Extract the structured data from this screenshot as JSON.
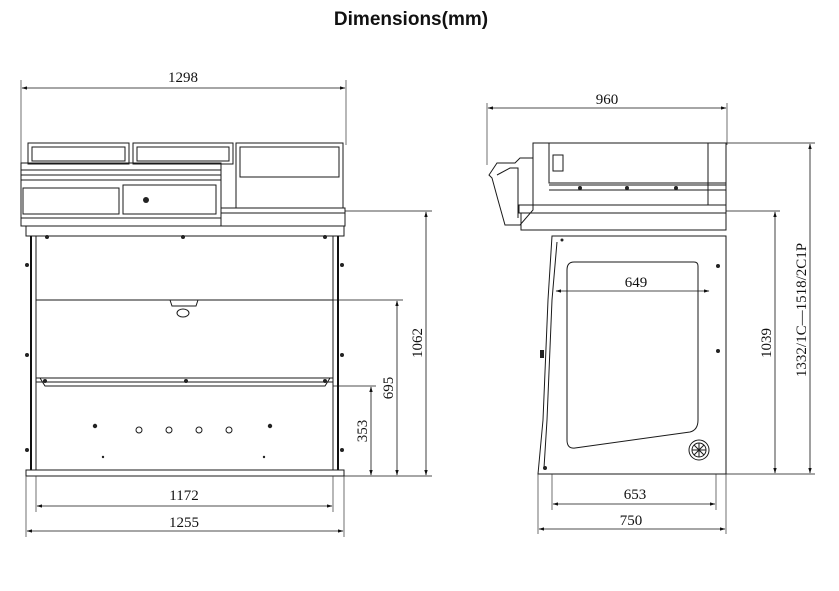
{
  "title": "Dimensions(mm)",
  "front_view": {
    "overall_width": "1298",
    "inner_width": "1172",
    "base_width": "1255",
    "total_height": "1062",
    "middle_height": "695",
    "lower_height": "353"
  },
  "side_view": {
    "overall_depth": "960",
    "window_width": "649",
    "inner_depth": "653",
    "base_depth": "750",
    "body_height": "1039",
    "model_height": "1332/1C—1518/2C1P"
  },
  "colors": {
    "line": "#1a1a1a",
    "background": "#ffffff"
  }
}
